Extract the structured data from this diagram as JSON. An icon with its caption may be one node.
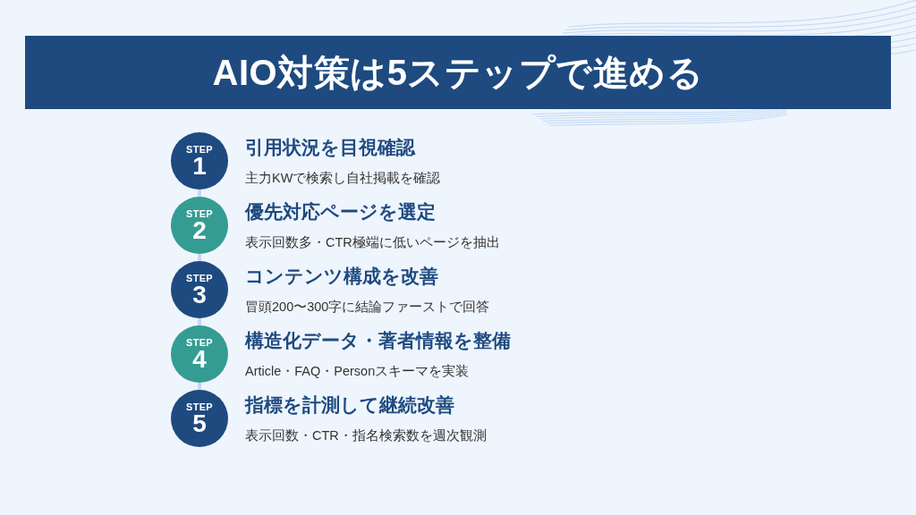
{
  "diagram": {
    "title": "AIO対策は5ステップで進める",
    "nodes": [
      {
        "text": [
          "STEP",
          "1"
        ],
        "beside": [
          "引用状況を目視確認",
          "主力KWで検索し自社掲載を確認"
        ]
      },
      {
        "text": [
          "STEP",
          "2"
        ],
        "beside": [
          "優先対応ページを選定",
          "表示回数多・CTR極端に低いページを抽出"
        ]
      },
      {
        "text": [
          "STEP",
          "3"
        ],
        "beside": [
          "コンテンツ構成を改善",
          "冒頭200〜300字に結論ファーストで回答"
        ]
      },
      {
        "text": [
          "STEP",
          "4"
        ],
        "beside": [
          "構造化データ・著者情報を整備",
          "Article・FAQ・Personスキーマを実装"
        ]
      },
      {
        "text": [
          "STEP",
          "5"
        ],
        "beside": [
          "指標を計測して継続改善",
          "表示回数・CTR・指名検索数を週次観測"
        ]
      }
    ],
    "edges": [
      {
        "from": 0,
        "to": 1,
        "arrow": "none"
      },
      {
        "from": 1,
        "to": 2,
        "arrow": "none"
      },
      {
        "from": 2,
        "to": 3,
        "arrow": "none"
      },
      {
        "from": 3,
        "to": 4,
        "arrow": "none"
      }
    ]
  }
}
